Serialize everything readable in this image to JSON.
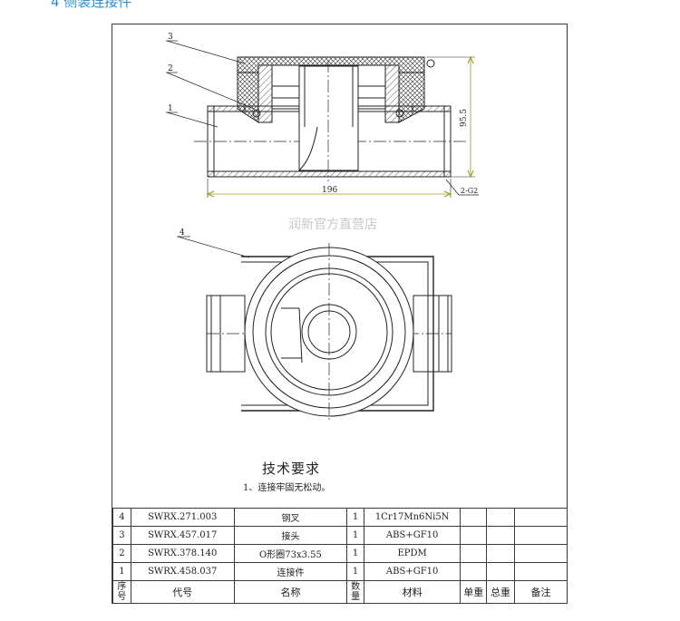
{
  "header": {
    "label": "4 侧装连接件"
  },
  "drawing": {
    "callouts": [
      "1",
      "2",
      "3",
      "4"
    ],
    "dimensions": {
      "width": "196",
      "height": "95.5",
      "thread": "2-G2"
    },
    "watermark": "润新官方直营店"
  },
  "tech": {
    "title": "技术要求",
    "requirement": "1、连接牢固无松动。"
  },
  "bom": {
    "rows": [
      {
        "no": "4",
        "code": "SWRX.271.003",
        "name": "钢叉",
        "qty": "1",
        "material": "1Cr17Mn6Ni5N"
      },
      {
        "no": "3",
        "code": "SWRX.457.017",
        "name": "接头",
        "qty": "1",
        "material": "ABS+GF10"
      },
      {
        "no": "2",
        "code": "SWRX.378.140",
        "name": "O形圈73x3.55",
        "qty": "1",
        "material": "EPDM"
      },
      {
        "no": "1",
        "code": "SWRX.458.037",
        "name": "连接件",
        "qty": "1",
        "material": "ABS+GF10"
      }
    ],
    "header": {
      "no_1": "序",
      "no_2": "号",
      "code": "代号",
      "name": "名称",
      "qty_1": "数",
      "qty_2": "量",
      "material": "材料",
      "unit_weight": "单重",
      "total_weight": "总重",
      "remark": "备注"
    }
  }
}
